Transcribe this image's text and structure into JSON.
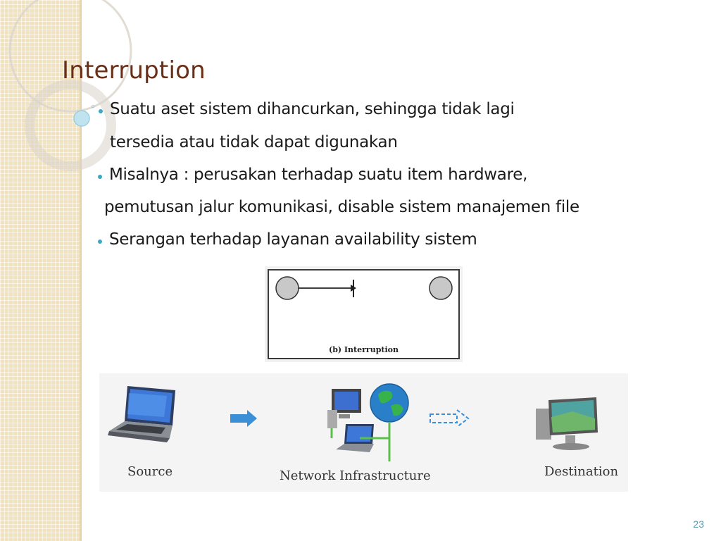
{
  "slide": {
    "title": "Interruption",
    "bullets": [
      {
        "lines": [
          "Suatu aset sistem dihancurkan, sehingga tidak lagi",
          "tersedia atau tidak dapat digunakan"
        ]
      },
      {
        "lines": [
          "Misalnya : perusakan terhadap suatu item hardware,",
          "pemutusan jalur komunikasi, disable sistem manajemen file"
        ]
      },
      {
        "lines": [
          "Serangan terhadap layanan availability sistem"
        ]
      }
    ],
    "page_number": "23"
  },
  "diagram": {
    "caption": "(b) Interruption"
  },
  "network": {
    "source_label": "Source",
    "infrastructure_label": "Network Infrastructure",
    "destination_label": "Destination"
  },
  "colors": {
    "title": "#6b2e17",
    "bullet": "#3aa8c4",
    "strip": "#f3e3bd",
    "page_number": "#5a9bb0"
  }
}
